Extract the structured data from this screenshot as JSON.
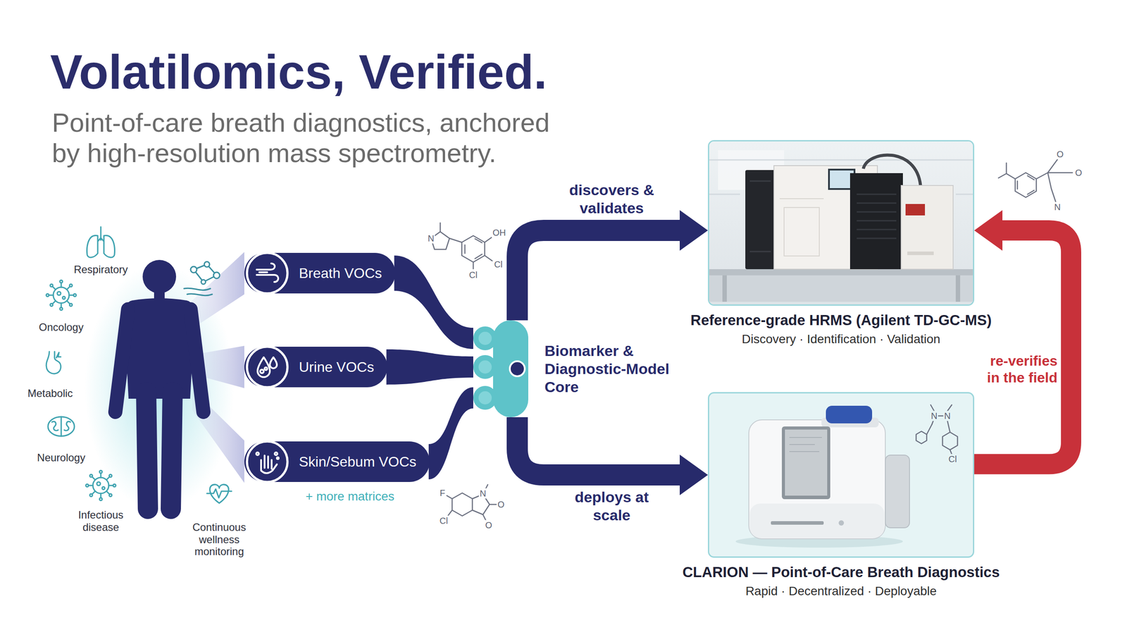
{
  "diagram": {
    "title": "Volatilomics, Verified.",
    "caption": "Point-of-care breath diagnostics, anchored by high-resolution mass spectrometry.",
    "nodes": [
      {
        "text": [
          "Breath VOCs"
        ]
      },
      {
        "text": [
          "Urine VOCs"
        ]
      },
      {
        "text": [
          "Skin/Sebum VOCs"
        ]
      },
      {
        "text": [
          "Biomarker & Diagnostic-Model Core"
        ]
      },
      {
        "text": [
          "Reference-grade HRMS (Agilent TD-GC-MS)",
          "Discovery · Identification · Validation"
        ]
      },
      {
        "text": [
          "CLARION — Point-of-Care Breath Diagnostics",
          "Rapid · Decentralized · Deployable"
        ]
      }
    ],
    "edges": [
      {
        "from": 0,
        "to": 3,
        "arrow": "none"
      },
      {
        "from": 1,
        "to": 3,
        "arrow": "none"
      },
      {
        "from": 2,
        "to": 3,
        "arrow": "none"
      },
      {
        "from": 3,
        "to": 4,
        "label": "discovers & validates",
        "arrow": "to"
      },
      {
        "from": 3,
        "to": 5,
        "label": "deploys at scale",
        "arrow": "to"
      },
      {
        "from": 5,
        "to": 4,
        "label": "re-verifies in the field",
        "arrow": "to"
      }
    ],
    "labels": [
      "Respiratory",
      "Oncology",
      "Metabolic",
      "Neurology",
      "Infectious disease",
      "Continuous wellness monitoring",
      "+ more matrices",
      "N",
      "OH",
      "Cl",
      "Cl",
      "N",
      "O",
      "O",
      "F",
      "Cl",
      "O",
      "O",
      "N",
      "N",
      "N",
      "Cl"
    ]
  }
}
